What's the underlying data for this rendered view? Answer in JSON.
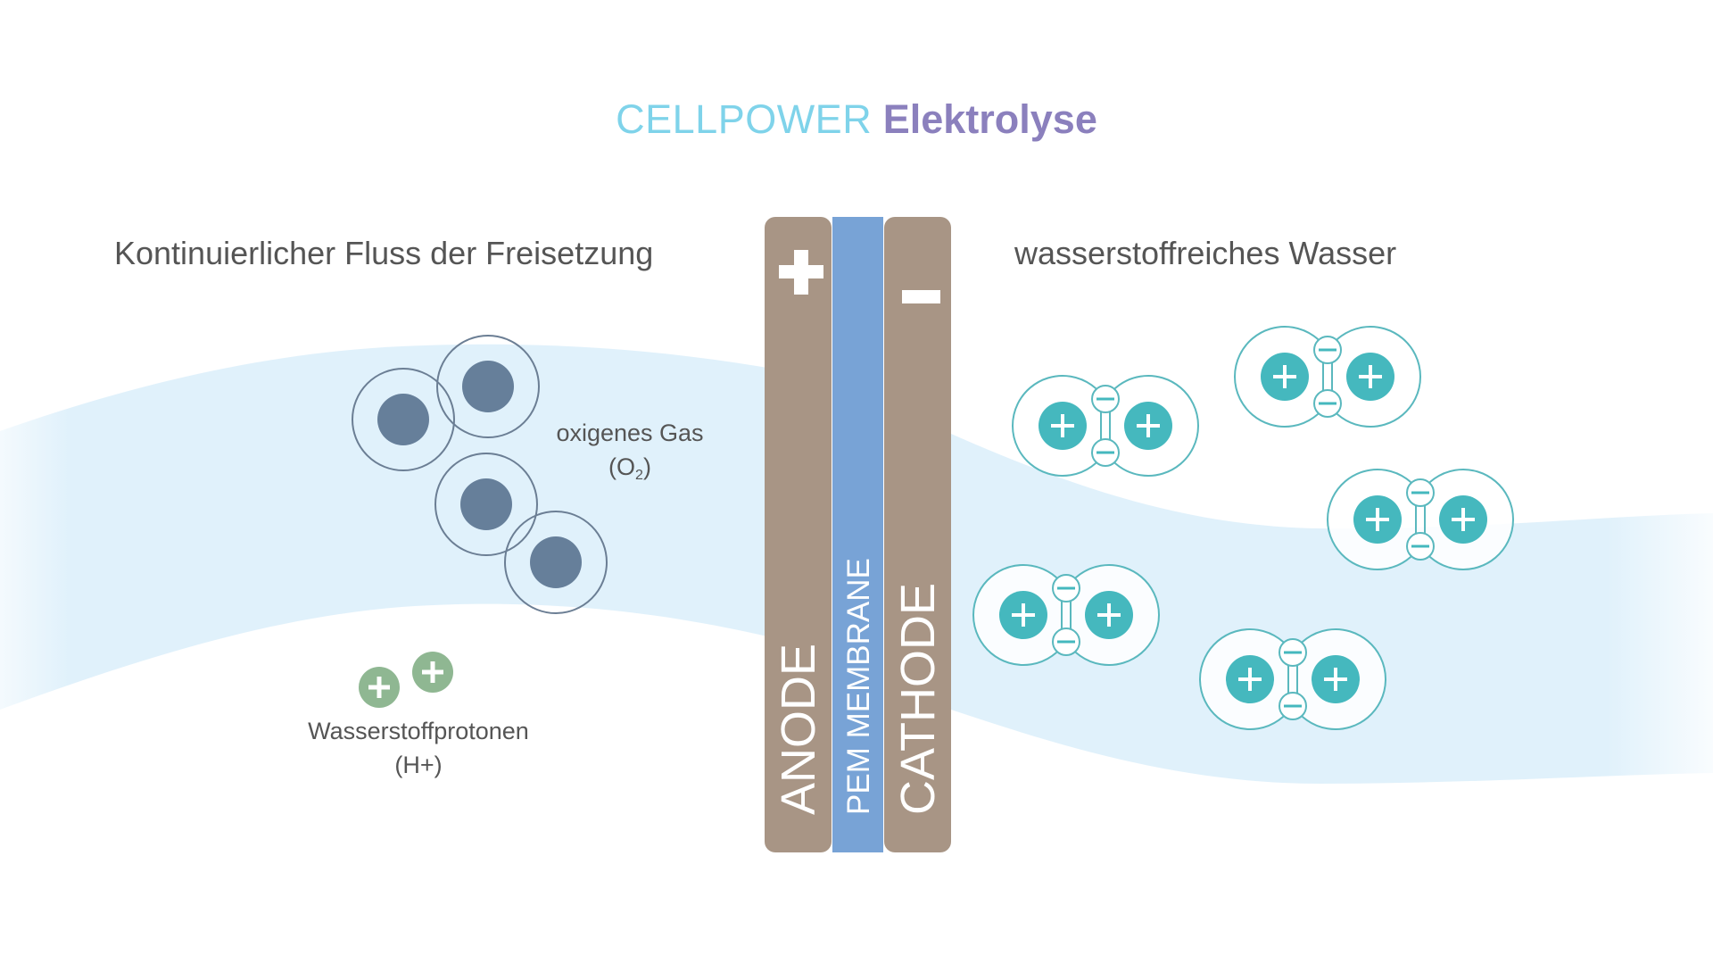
{
  "title": {
    "brand": "CELLPOWER",
    "subtitle": "Elektrolyse",
    "brand_color": "#7fd3ea",
    "subtitle_color": "#8b80bd"
  },
  "headings": {
    "left": "Kontinuierlicher Fluss der Freisetzung",
    "right": "wasserstoffreiches Wasser"
  },
  "cell": {
    "anode_label": "ANODE",
    "anode_sign": "+",
    "membrane_label": "PEM MEMBRANE",
    "cathode_label": "CATHODE",
    "cathode_sign": "−",
    "electrode_color": "#a89585",
    "membrane_color": "#78a3d6"
  },
  "labels": {
    "oxygen_line1": "oxigenes Gas",
    "oxygen_formula_open": "(O",
    "oxygen_formula_sub": "2",
    "oxygen_formula_close": ")",
    "protons_line1": "Wasserstoffprotonen",
    "protons_line2": "(H+)"
  },
  "particles": {
    "oxygen_count": 4,
    "proton_count": 2,
    "hydrogen_molecule_count": 5,
    "nucleus_sign": "+",
    "electron_sign": "−",
    "colors": {
      "oxygen_core": "#667f9a",
      "oxygen_ring": "#6b7e94",
      "proton": "#8fb792",
      "hydrogen_nucleus": "#45b8be",
      "hydrogen_outline": "#5ab8be",
      "water_band": "#e0f1fb"
    }
  }
}
